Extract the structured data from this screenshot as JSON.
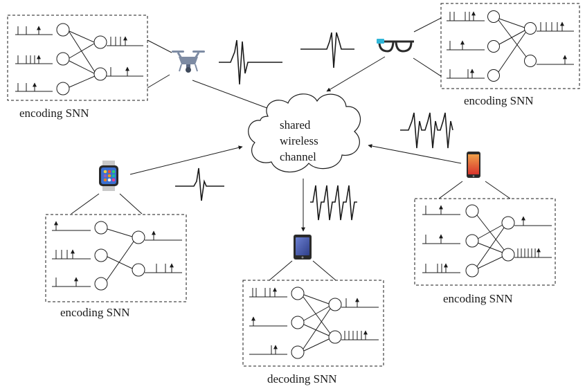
{
  "labels": {
    "snn_top_left": "encoding SNN",
    "snn_top_right": "encoding SNN",
    "snn_bottom_left": "encoding SNN",
    "snn_bottom_right": "encoding SNN",
    "snn_bottom_center": "decoding SNN",
    "channel_line1": "shared",
    "channel_line2": "wireless",
    "channel_line3": "channel"
  },
  "devices": [
    {
      "id": "drone",
      "icon": "drone-icon"
    },
    {
      "id": "glasses",
      "icon": "smart-glasses-icon"
    },
    {
      "id": "watch",
      "icon": "smartwatch-icon"
    },
    {
      "id": "phone",
      "icon": "smartphone-icon"
    },
    {
      "id": "tablet",
      "icon": "tablet-icon"
    }
  ],
  "colors": {
    "ink": "#1a1a1a",
    "drone_body": "#7d8ba3",
    "glasses_accent": "#2fb6d8",
    "watch_screen": "#3a6fd1",
    "phone_screen": "#e2453a",
    "tablet_screen": "#4a5fb0"
  }
}
